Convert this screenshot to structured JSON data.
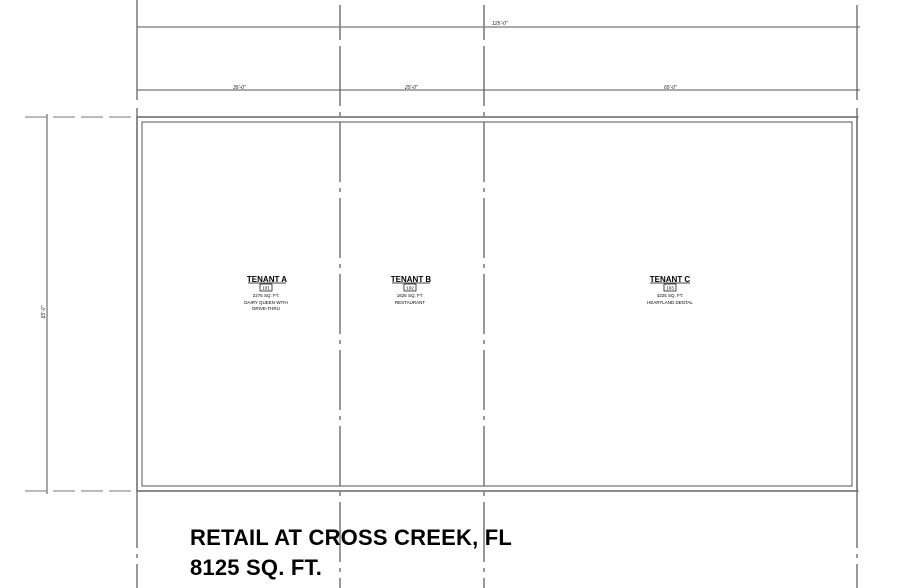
{
  "dimensions": {
    "overall_width": "125'-0\"",
    "tenant_a_width": "35'-0\"",
    "tenant_b_width": "25'-0\"",
    "tenant_c_width": "65'-0\"",
    "depth": "65'-0\""
  },
  "tenants": [
    {
      "name": "TENANT A",
      "room": "101",
      "area": "2275 SQ. FT.",
      "use_line1": "DAIRY QUEEN WITH",
      "use_line2": "DRIVE-THRU"
    },
    {
      "name": "TENANT B",
      "room": "102",
      "area": "1625 SQ. FT.",
      "use_line1": "RESTAURANT",
      "use_line2": ""
    },
    {
      "name": "TENANT C",
      "room": "103",
      "area": "4225 SQ. FT.",
      "use_line1": "HEARTLAND DENTAL",
      "use_line2": ""
    }
  ],
  "title": {
    "line1": "RETAIL AT  CROSS CREEK, FL",
    "line2": "8125 SQ. FT."
  }
}
